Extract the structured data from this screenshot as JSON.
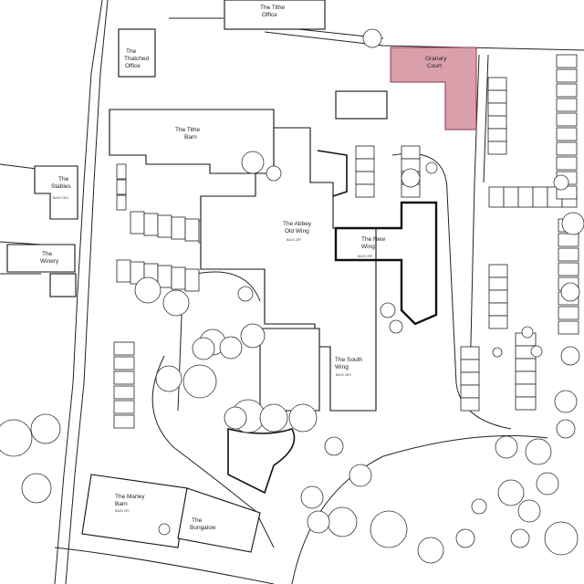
{
  "buildings": [
    {
      "id": "tithe-office",
      "lines": [
        "The Tithe",
        "Office"
      ],
      "code": ""
    },
    {
      "id": "thatched-office",
      "lines": [
        "The",
        "Thatched",
        "Office"
      ],
      "code": ""
    },
    {
      "id": "tithe-barn",
      "lines": [
        "The Tithe",
        "Barn"
      ],
      "code": ""
    },
    {
      "id": "granary-court",
      "lines": [
        "Granary",
        "Court"
      ],
      "code": ""
    },
    {
      "id": "stables",
      "lines": [
        "The",
        "Stables"
      ],
      "code": "BA20 2DA"
    },
    {
      "id": "winery",
      "lines": [
        "The",
        "Winery"
      ],
      "code": ""
    },
    {
      "id": "abbey-old-wing",
      "lines": [
        "The Abbey",
        "Old Wing"
      ],
      "code": "BA20 2EF"
    },
    {
      "id": "new-wing",
      "lines": [
        "The New",
        "Wing"
      ],
      "code": "BA20 2EF"
    },
    {
      "id": "south-wing",
      "lines": [
        "The South",
        "Wing"
      ],
      "code": "BA20 2EG"
    },
    {
      "id": "marley-barn",
      "lines": [
        "The Marley",
        "Barn"
      ],
      "code": "BA20 2EJ"
    },
    {
      "id": "bungalow",
      "lines": [
        "The",
        "Bungalow"
      ],
      "code": ""
    }
  ],
  "colors": {
    "highlight": "#d9a0ab",
    "line": "#111111"
  }
}
